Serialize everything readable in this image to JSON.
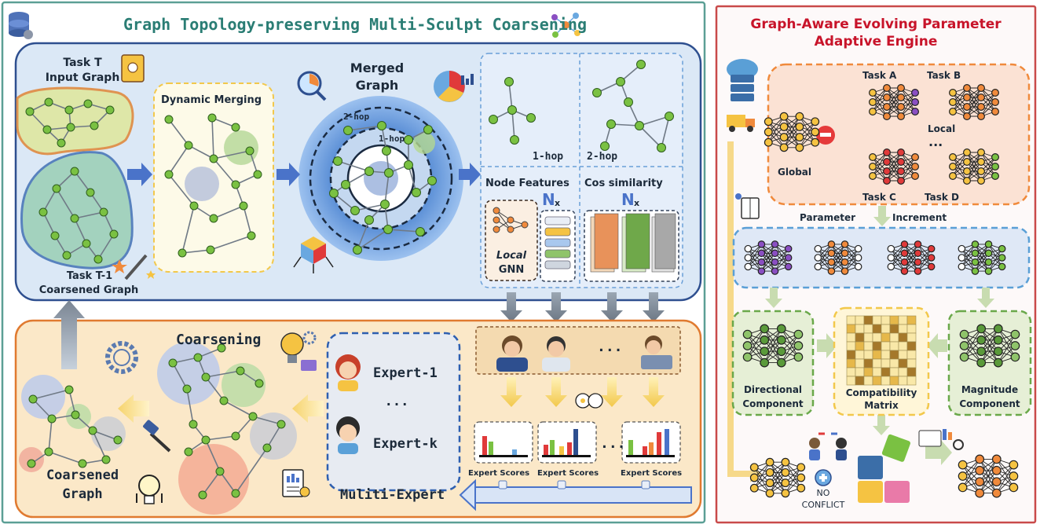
{
  "left_panel": {
    "title": "Graph Topology-preserving Multi-Sculpt Coarsening",
    "task_t_label": "Task T",
    "input_graph_label": "Input Graph",
    "dynamic_merging_label": "Dynamic Merging",
    "merged_graph_label": "Merged",
    "merged_graph_label2": "Graph",
    "two_hop_ring": "2-hop",
    "one_hop_ring": "1-hop",
    "one_hop_label": "1-hop",
    "two_hop_label": "2-hop",
    "node_features_label": "Node Features",
    "cos_similarity_label": "Cos similarity",
    "n_symbol": "N",
    "times_symbol": "x",
    "local_label": "Local",
    "gnn_label": "GNN",
    "task_t1_label": "Task T-1",
    "coarsened_graph_caption": "Coarsened Graph",
    "coarsening_label": "Coarsening",
    "coarsened_label": "Coarsened",
    "graph_label": "Graph",
    "expert_1": "Expert-1",
    "expert_dots": "...",
    "expert_k": "Expert-k",
    "expert_row_dots": "...",
    "score_dots": "...",
    "expert_scores": [
      "Expert Scores",
      "Expert Scores",
      "Expert Scores"
    ],
    "multi_expert_label": "Muliti-Expert"
  },
  "right_panel": {
    "title_line1": "Graph-Aware Evolving Parameter",
    "title_line2": "Adaptive Engine",
    "task_a": "Task A",
    "task_b": "Task B",
    "task_c": "Task C",
    "task_d": "Task D",
    "local_label": "Local",
    "local_dots": "...",
    "global_label": "Global",
    "parameter_label": "Parameter",
    "increment_label": "Increment",
    "directional_line1": "Directional",
    "directional_line2": "Component",
    "compatibility_line1": "Compatibility",
    "compatibility_line2": "Matrix",
    "magnitude_line1": "Magnitude",
    "magnitude_line2": "Component",
    "no_label": "NO",
    "conflict_label": "CONFLICT"
  },
  "colors": {
    "left_border": "#5b9f95",
    "right_border": "#c94a4a",
    "title_teal": "#2a7d74",
    "title_red": "#c8142a",
    "top_box_bg": "#dbe8f6",
    "top_box_border": "#2e4f8f",
    "bottom_box_bg": "#fbe8c8",
    "bottom_box_border": "#e07a30",
    "node_green": "#7ac142",
    "node_yellow": "#f5c342",
    "purple": "#8a4fc2",
    "red": "#e03a3a",
    "orange": "#f08a3c",
    "green": "#7ac142"
  }
}
